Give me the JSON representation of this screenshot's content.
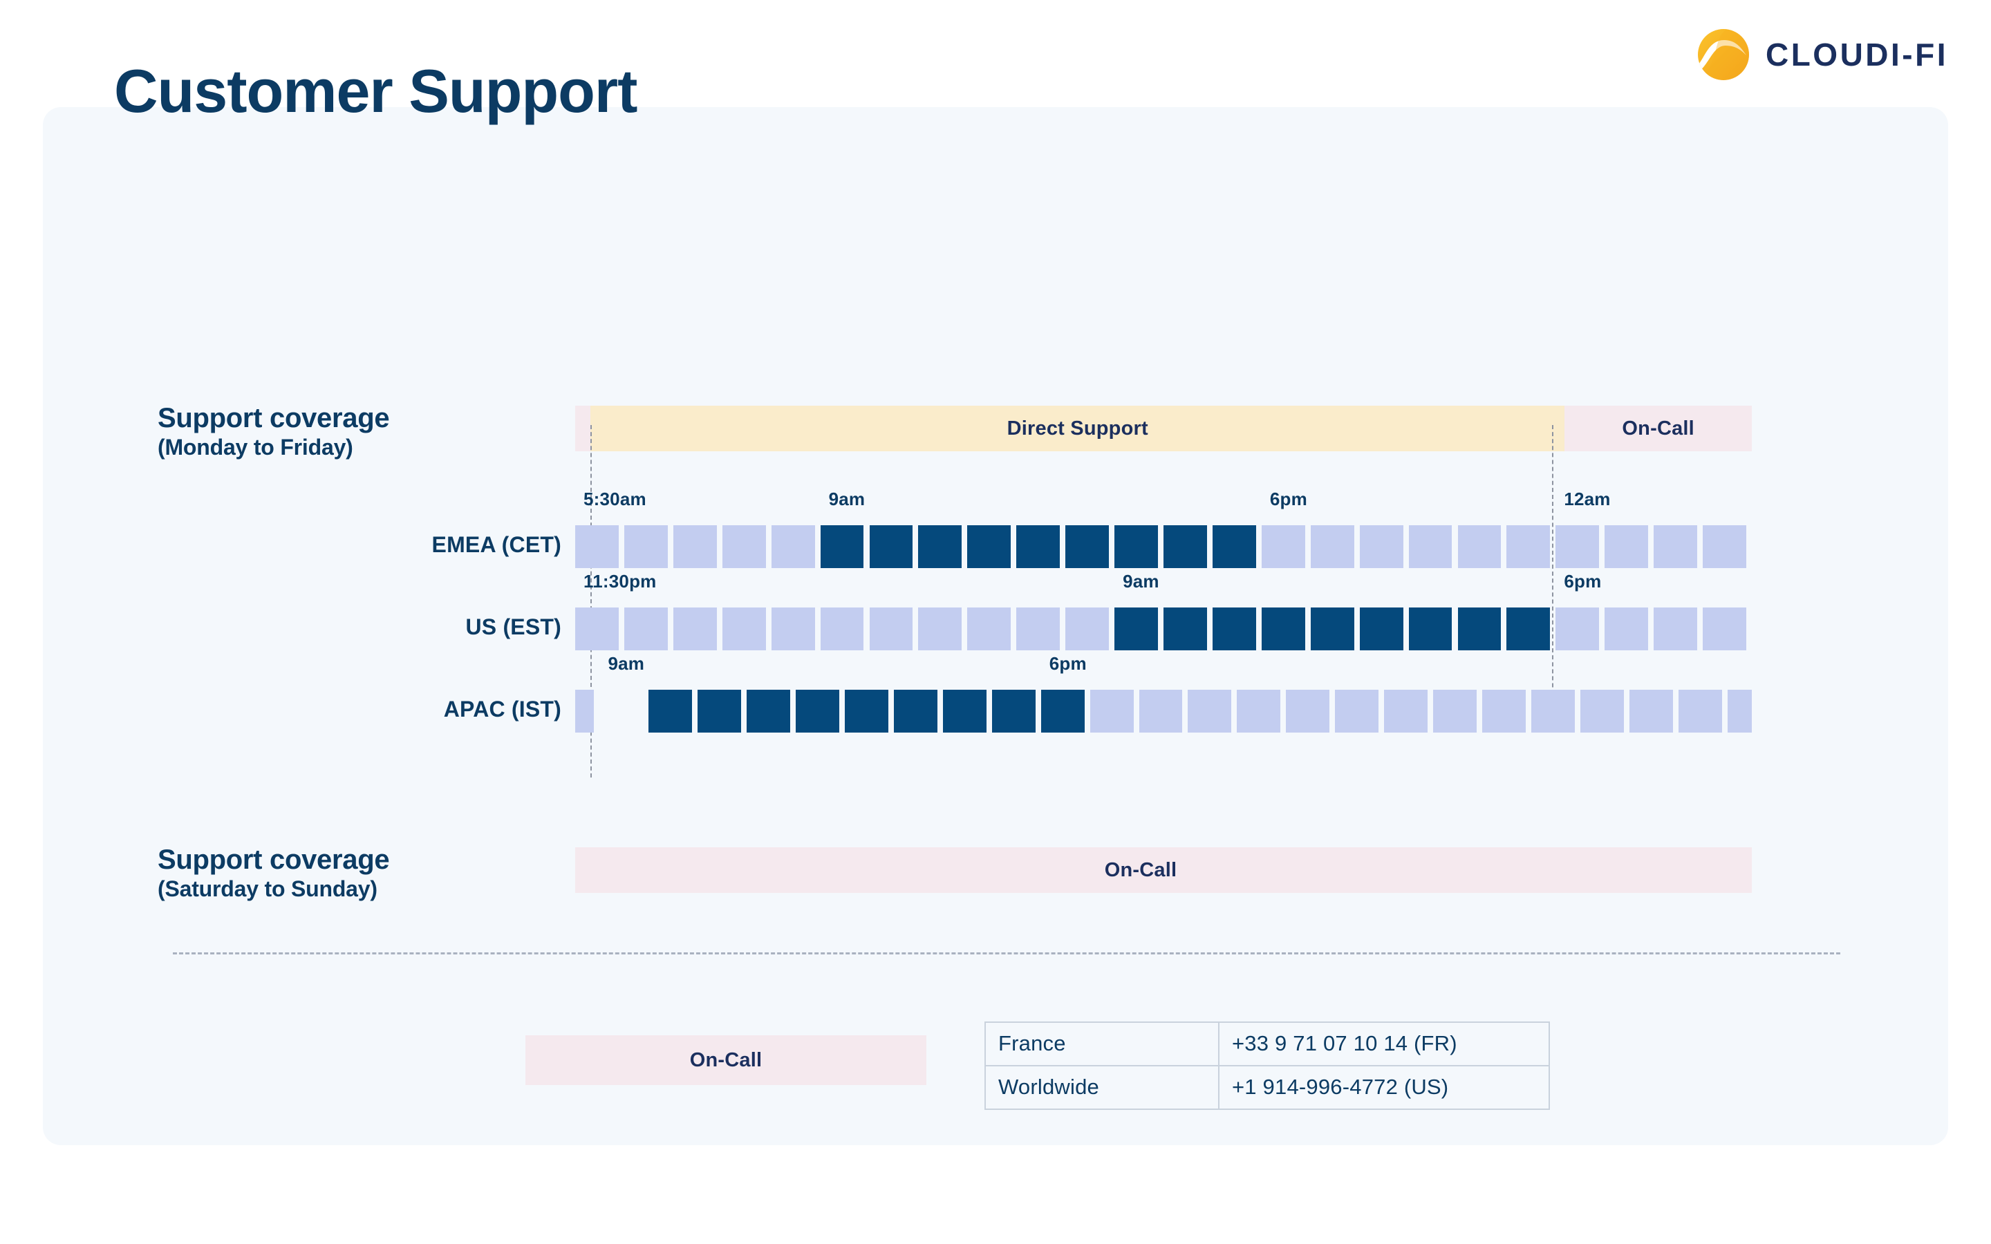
{
  "brand": {
    "logo_icon": "cloudifi-swoosh-icon",
    "wordmark": "CLOUDI-FI",
    "navy": "#1b2f5e",
    "yellow": "#f5b81f",
    "orange": "#f2a01d"
  },
  "page": {
    "title": "Customer Support",
    "background": "#f4f8fc"
  },
  "weekday_section": {
    "label_line1": "Support coverage",
    "label_line2": "(Monday to Friday)",
    "banner_segments": [
      {
        "label": "",
        "color": "#f5e9ee",
        "width_pct": 1.3
      },
      {
        "label": "Direct Support",
        "color": "#faeccb",
        "width_pct": 82.8
      },
      {
        "label": "On-Call",
        "color": "#f5e9ee",
        "width_pct": 15.9
      }
    ]
  },
  "weekend_section": {
    "label_line1": "Support coverage",
    "label_line2": "(Saturday to Sunday)",
    "bar_label": "On-Call",
    "bar_color": "#f5e9ee"
  },
  "legend": {
    "chip_label": "On-Call",
    "chip_color": "#f5e9ee"
  },
  "contacts": {
    "rows": [
      {
        "region": "France",
        "phone": "+33 9 71 07 10 14 (FR)"
      },
      {
        "region": "Worldwide",
        "phone": "+1 914-996-4772 (US)"
      }
    ]
  },
  "chart_data": {
    "type": "heatmap",
    "title": "Support coverage (Monday to Friday)",
    "xlabel": "",
    "ylabel": "",
    "grid": false,
    "legend_position": "bottom-left",
    "cells_per_row": 24,
    "cell_hours": 1,
    "colors": {
      "direct_support": "#05497c",
      "on_call": "#c3cdf0",
      "banner_direct": "#faeccb",
      "banner_oncall": "#f5e9ee"
    },
    "guides": [
      {
        "label": "5:30am CET",
        "x_pct": 1.3
      },
      {
        "label": "12am CET",
        "x_pct": 83.0
      }
    ],
    "series": [
      {
        "name": "EMEA (CET)",
        "offset_cells": 0,
        "ticks": [
          {
            "label": "5:30am",
            "cell": 0
          },
          {
            "label": "9am",
            "cell": 5
          },
          {
            "label": "6pm",
            "cell": 14
          },
          {
            "label": "12am",
            "cell": 20
          }
        ],
        "direct_support_start_cell": 5,
        "direct_support_end_cell": 14,
        "values": [
          0,
          0,
          0,
          0,
          0,
          1,
          1,
          1,
          1,
          1,
          1,
          1,
          1,
          1,
          0,
          0,
          0,
          0,
          0,
          0,
          0,
          0,
          0,
          0
        ]
      },
      {
        "name": "US (EST)",
        "offset_cells": 0,
        "ticks": [
          {
            "label": "11:30pm",
            "cell": 0
          },
          {
            "label": "9am",
            "cell": 11
          },
          {
            "label": "6pm",
            "cell": 20
          }
        ],
        "direct_support_start_cell": 11,
        "direct_support_end_cell": 20,
        "values": [
          0,
          0,
          0,
          0,
          0,
          0,
          0,
          0,
          0,
          0,
          0,
          1,
          1,
          1,
          1,
          1,
          1,
          1,
          1,
          1,
          0,
          0,
          0,
          0
        ]
      },
      {
        "name": "APAC (IST)",
        "offset_cells": 0.5,
        "ticks": [
          {
            "label": "9am",
            "cell": 0
          },
          {
            "label": "6pm",
            "cell": 9
          }
        ],
        "direct_support_start_cell": 0.5,
        "direct_support_end_cell": 9.5,
        "values": [
          0,
          1,
          1,
          1,
          1,
          1,
          1,
          1,
          1,
          1,
          0,
          0,
          0,
          0,
          0,
          0,
          0,
          0,
          0,
          0,
          0,
          0,
          0,
          0
        ]
      }
    ]
  }
}
